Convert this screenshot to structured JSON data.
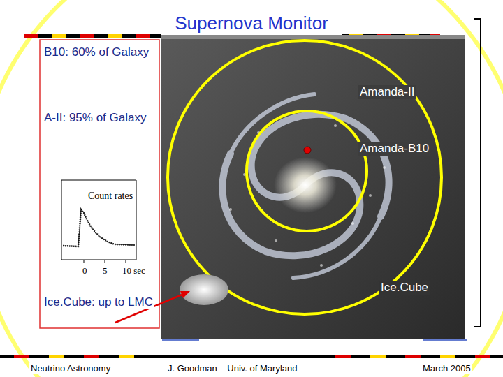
{
  "diagram": {
    "title": "Supernova Monitor",
    "nodes": [
      {
        "text": [
          "B10: 60% of Galaxy",
          "A-II: 95% of Galaxy",
          "Ice.Cube: up to LMC"
        ]
      }
    ],
    "labels": [
      "Amanda-II",
      "Amanda-B10",
      "Ice.Cube",
      "Count rates",
      "0",
      "5",
      "10 sec",
      "Neutrino Astronomy",
      "J. Goodman – Univ. of Maryland",
      "March 2005"
    ]
  }
}
